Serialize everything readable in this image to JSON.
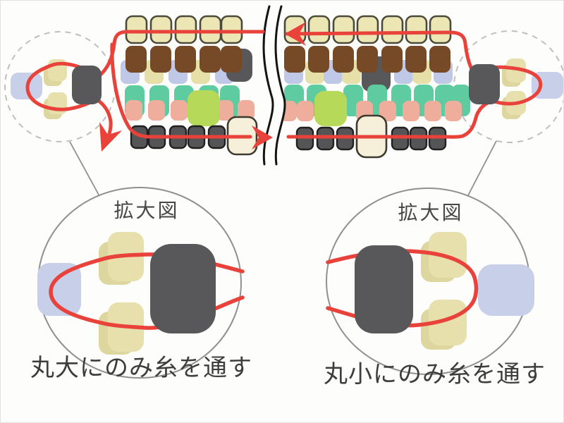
{
  "title": "bead threading diagram",
  "labels": {
    "magnified_left": "拡大図",
    "magnified_right": "拡大図",
    "caption_left": "丸大にのみ糸を通す",
    "caption_right": "丸小にのみ糸を通す"
  },
  "palette": {
    "background": "#fdfdfb",
    "thread_red": "#e8423a",
    "break_line": "#141414",
    "callout_dash": "#bfbfbf",
    "magnifier_line": "#909090",
    "text": "#3d3d3d",
    "cream_outlined": "#ece6b4",
    "bead_outline": "#4c4a38",
    "brown": "#764a26",
    "lavender": "#bfc8e6",
    "cream_small": "#e6dfa8",
    "teal": "#5ecba0",
    "lime": "#b7d95a",
    "salmon": "#efae9b",
    "gray_large": "#58585a",
    "gray_small": "#555557",
    "gray_small_stroke": "#202020",
    "cream_large": "#f6f0db",
    "cream_large_stroke": "#3d3b2e",
    "blue": "#c7cfe9",
    "cream_accent": "#e7e0ac",
    "cream_accent_back": "#ddd69e"
  },
  "diagram": {
    "beads": [
      [
        170,
        84,
        27,
        34,
        8,
        "lavender"
      ],
      [
        204,
        84,
        27,
        34,
        8,
        "cream_small"
      ],
      [
        238,
        84,
        27,
        34,
        8,
        "lavender"
      ],
      [
        270,
        84,
        27,
        34,
        8,
        "cream_small"
      ],
      [
        304,
        84,
        27,
        34,
        8,
        "lavender"
      ],
      [
        402,
        84,
        27,
        34,
        8,
        "lavender"
      ],
      [
        432,
        84,
        27,
        34,
        8,
        "cream_small"
      ],
      [
        458,
        84,
        27,
        34,
        8,
        "lavender"
      ],
      [
        484,
        84,
        27,
        34,
        8,
        "cream_small"
      ],
      [
        558,
        84,
        27,
        34,
        8,
        "lavender"
      ],
      [
        584,
        84,
        27,
        34,
        8,
        "cream_small"
      ],
      [
        614,
        84,
        27,
        34,
        8,
        "lavender"
      ],
      [
        320,
        68,
        37,
        47,
        12,
        "gray_large"
      ],
      [
        512,
        79,
        41,
        50,
        12,
        "gray_large"
      ],
      [
        176,
        120,
        28,
        45,
        9,
        "teal"
      ],
      [
        211,
        120,
        28,
        45,
        9,
        "teal"
      ],
      [
        246,
        120,
        28,
        45,
        9,
        "teal"
      ],
      [
        281,
        120,
        28,
        45,
        9,
        "teal"
      ],
      [
        311,
        120,
        28,
        45,
        9,
        "teal"
      ],
      [
        402,
        119,
        28,
        45,
        9,
        "teal"
      ],
      [
        434,
        119,
        28,
        45,
        9,
        "teal"
      ],
      [
        486,
        119,
        28,
        45,
        9,
        "teal"
      ],
      [
        520,
        119,
        28,
        45,
        9,
        "teal"
      ],
      [
        554,
        119,
        28,
        45,
        9,
        "teal"
      ],
      [
        586,
        119,
        28,
        45,
        9,
        "teal"
      ],
      [
        616,
        119,
        28,
        45,
        9,
        "teal"
      ],
      [
        640,
        119,
        26,
        45,
        9,
        "teal"
      ],
      [
        177,
        141,
        24,
        29,
        8,
        "salmon"
      ],
      [
        209,
        141,
        24,
        29,
        8,
        "salmon"
      ],
      [
        241,
        141,
        24,
        29,
        8,
        "salmon"
      ],
      [
        274,
        141,
        24,
        29,
        8,
        "salmon"
      ],
      [
        306,
        141,
        24,
        29,
        8,
        "salmon"
      ],
      [
        336,
        141,
        24,
        29,
        8,
        "salmon"
      ],
      [
        396,
        142,
        24,
        29,
        8,
        "salmon"
      ],
      [
        420,
        142,
        24,
        29,
        8,
        "salmon"
      ],
      [
        504,
        142,
        24,
        29,
        8,
        "salmon"
      ],
      [
        537,
        142,
        24,
        29,
        8,
        "salmon"
      ],
      [
        570,
        142,
        24,
        29,
        8,
        "salmon"
      ],
      [
        601,
        142,
        24,
        29,
        8,
        "salmon"
      ],
      [
        630,
        142,
        24,
        29,
        8,
        "salmon"
      ],
      [
        265,
        127,
        46,
        51,
        14,
        "lime"
      ],
      [
        445,
        128,
        46,
        50,
        14,
        "lime"
      ],
      [
        177,
        64,
        30,
        38,
        9,
        "brown"
      ],
      [
        212,
        64,
        30,
        38,
        9,
        "brown"
      ],
      [
        247,
        64,
        30,
        38,
        9,
        "brown"
      ],
      [
        282,
        64,
        30,
        38,
        9,
        "brown"
      ],
      [
        312,
        64,
        30,
        38,
        9,
        "brown"
      ],
      [
        402,
        64,
        30,
        38,
        9,
        "brown"
      ],
      [
        436,
        64,
        30,
        38,
        9,
        "brown"
      ],
      [
        471,
        64,
        30,
        38,
        9,
        "brown"
      ],
      [
        505,
        64,
        30,
        38,
        9,
        "brown"
      ],
      [
        540,
        64,
        30,
        38,
        9,
        "brown"
      ],
      [
        574,
        64,
        30,
        38,
        9,
        "brown"
      ],
      [
        608,
        64,
        30,
        38,
        9,
        "brown"
      ],
      [
        178,
        22,
        29,
        38,
        9,
        "cream_outlined",
        "bead_outline",
        2.6
      ],
      [
        213,
        22,
        29,
        38,
        9,
        "cream_outlined",
        "bead_outline",
        2.6
      ],
      [
        248,
        22,
        29,
        38,
        9,
        "cream_outlined",
        "bead_outline",
        2.6
      ],
      [
        283,
        22,
        29,
        38,
        9,
        "cream_outlined",
        "bead_outline",
        2.6
      ],
      [
        313,
        22,
        29,
        38,
        9,
        "cream_outlined",
        "bead_outline",
        2.6
      ],
      [
        403,
        22,
        29,
        38,
        9,
        "cream_outlined",
        "bead_outline",
        2.6
      ],
      [
        437,
        22,
        29,
        38,
        9,
        "cream_outlined",
        "bead_outline",
        2.6
      ],
      [
        472,
        22,
        29,
        38,
        9,
        "cream_outlined",
        "bead_outline",
        2.6
      ],
      [
        506,
        22,
        29,
        38,
        9,
        "cream_outlined",
        "bead_outline",
        2.6
      ],
      [
        541,
        22,
        29,
        38,
        9,
        "cream_outlined",
        "bead_outline",
        2.6
      ],
      [
        575,
        22,
        29,
        38,
        9,
        "cream_outlined",
        "bead_outline",
        2.6
      ],
      [
        609,
        22,
        29,
        38,
        9,
        "cream_outlined",
        "bead_outline",
        2.6
      ],
      [
        185,
        178,
        23,
        31,
        7,
        "gray_small",
        "gray_small_stroke",
        2.4
      ],
      [
        210,
        178,
        23,
        31,
        7,
        "gray_small",
        "gray_small_stroke",
        2.4
      ],
      [
        240,
        178,
        23,
        31,
        7,
        "gray_small",
        "gray_small_stroke",
        2.4
      ],
      [
        266,
        178,
        23,
        31,
        7,
        "gray_small",
        "gray_small_stroke",
        2.4
      ],
      [
        295,
        178,
        23,
        31,
        7,
        "gray_small",
        "gray_small_stroke",
        2.4
      ],
      [
        420,
        180,
        23,
        31,
        7,
        "gray_small",
        "gray_small_stroke",
        2.4
      ],
      [
        449,
        180,
        23,
        31,
        7,
        "gray_small",
        "gray_small_stroke",
        2.4
      ],
      [
        477,
        180,
        23,
        31,
        7,
        "gray_small",
        "gray_small_stroke",
        2.4
      ],
      [
        555,
        180,
        23,
        31,
        7,
        "gray_small",
        "gray_small_stroke",
        2.4
      ],
      [
        581,
        180,
        23,
        31,
        7,
        "gray_small",
        "gray_small_stroke",
        2.4
      ],
      [
        608,
        180,
        23,
        31,
        7,
        "gray_small",
        "gray_small_stroke",
        2.4
      ],
      [
        322,
        165,
        41,
        53,
        12,
        "cream_large",
        "cream_large_stroke",
        2.6
      ],
      [
        505,
        163,
        42,
        59,
        13,
        "cream_large",
        "cream_large_stroke",
        2.6
      ],
      [
        14,
        102,
        45,
        38,
        11,
        "blue"
      ],
      [
        61,
        91,
        26,
        30,
        8,
        "cream_accent_back"
      ],
      [
        67,
        83,
        27,
        31,
        8,
        "cream_accent"
      ],
      [
        61,
        138,
        26,
        30,
        8,
        "cream_accent_back"
      ],
      [
        67,
        130,
        27,
        31,
        8,
        "cream_accent"
      ],
      [
        711,
        90,
        27,
        32,
        8,
        "cream_accent_back"
      ],
      [
        717,
        82,
        28,
        34,
        9,
        "cream_accent"
      ],
      [
        711,
        136,
        27,
        32,
        8,
        "cream_accent_back"
      ],
      [
        717,
        128,
        28,
        34,
        9,
        "cream_accent"
      ],
      [
        753,
        101,
        45,
        38,
        11,
        "blue"
      ],
      [
        52,
        372,
        62,
        75,
        17,
        "blue"
      ],
      [
        139,
        342,
        50,
        61,
        14,
        "cream_accent_back"
      ],
      [
        152,
        328,
        51,
        70,
        15,
        "cream_accent"
      ],
      [
        139,
        441,
        50,
        61,
        14,
        "cream_accent_back"
      ],
      [
        152,
        428,
        51,
        70,
        15,
        "cream_accent"
      ],
      [
        596,
        341,
        50,
        58,
        14,
        "cream_accent_back"
      ],
      [
        607,
        328,
        54,
        65,
        15,
        "cream_accent"
      ],
      [
        596,
        437,
        50,
        58,
        14,
        "cream_accent_back"
      ],
      [
        607,
        424,
        54,
        65,
        15,
        "cream_accent"
      ],
      [
        677,
        374,
        80,
        73,
        20,
        "blue"
      ],
      [
        101,
        92,
        42,
        55,
        13,
        "gray_large",
        null,
        0,
        1
      ],
      [
        664,
        90,
        44,
        57,
        13,
        "gray_large",
        null,
        0,
        1
      ],
      [
        212,
        345,
        93,
        127,
        30,
        "gray_large",
        null,
        0,
        1
      ],
      [
        502,
        347,
        83,
        125,
        27,
        "gray_large",
        null,
        0,
        1
      ]
    ]
  }
}
